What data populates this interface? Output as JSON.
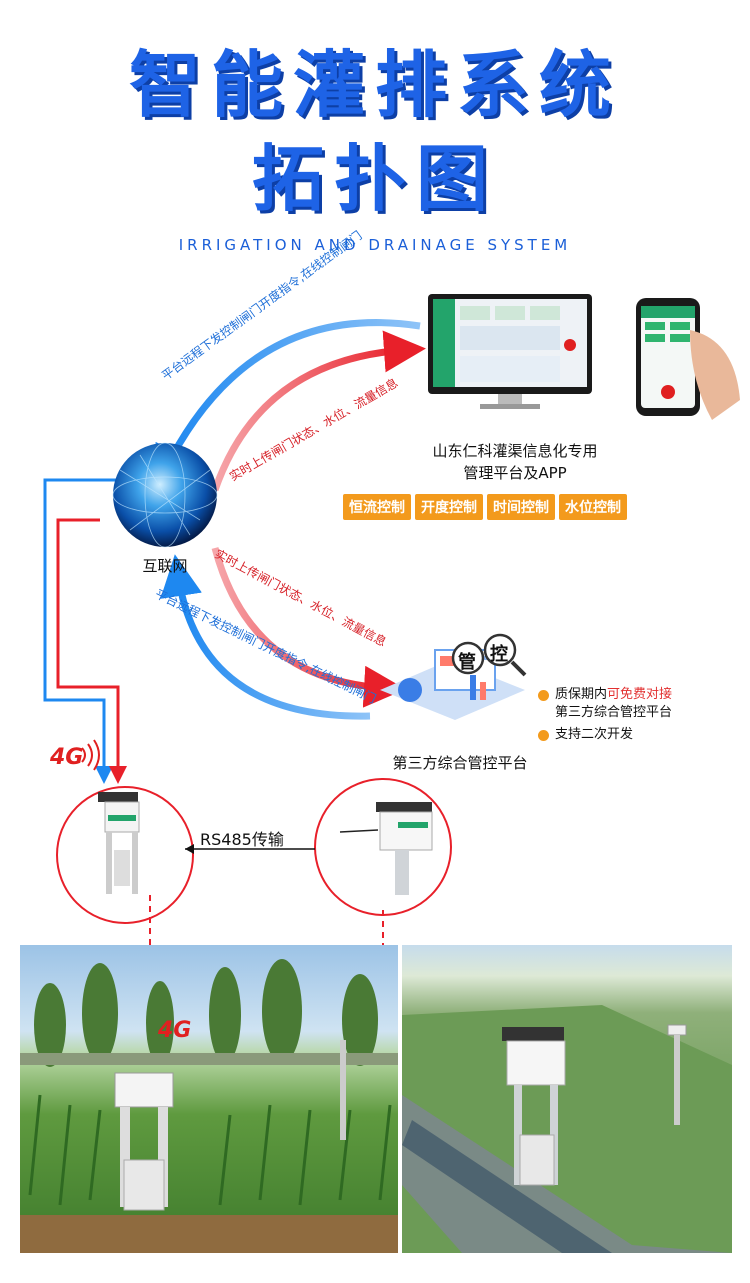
{
  "title": {
    "line1": "智能灌排系统",
    "line2": "拓扑图"
  },
  "subtitle": "IRRIGATION AND DRAINAGE SYSTEM",
  "arrows": {
    "top_down": "平台远程下发控制闸门开度指令,在线控制闸门",
    "top_up": "实时上传闸门状态、水位、流量信息",
    "bottom_up": "实时上传闸门状态、水位、流量信息",
    "bottom_down": "平台远程下发控制闸门开度指令,在线控制闸门"
  },
  "internet_label": "互联网",
  "management": {
    "line1": "山东仁科灌渠信息化专用",
    "line2": "管理平台及APP",
    "badges": [
      "恒流控制",
      "开度控制",
      "时间控制",
      "水位控制"
    ]
  },
  "third_party": {
    "label": "第三方综合管控平台",
    "icon_chars": [
      "管",
      "控"
    ],
    "bullets": [
      {
        "pre": "质保期内",
        "highlight": "可免费对接",
        "post": "",
        "line2": "第三方综合管控平台"
      },
      {
        "pre": "支持二次开发",
        "highlight": "",
        "post": "",
        "line2": ""
      }
    ]
  },
  "transmission_label": "RS485传输",
  "signal_label": "4G",
  "colors": {
    "title": "#1e63e6",
    "blue_line": "#1e88f0",
    "red_line": "#e8202a",
    "badge": "#f39a1c"
  }
}
